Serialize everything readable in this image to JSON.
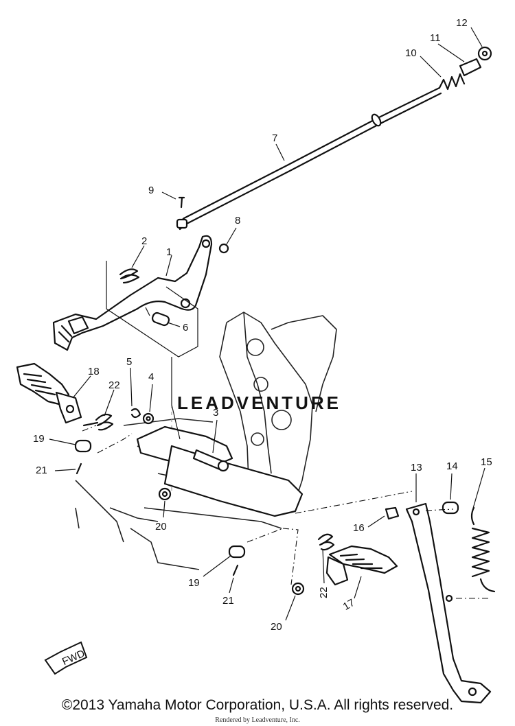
{
  "callouts": [
    "1",
    "2",
    "3",
    "4",
    "5",
    "6",
    "7",
    "8",
    "9",
    "10",
    "11",
    "12",
    "13",
    "14",
    "15",
    "16",
    "17",
    "18",
    "19",
    "20",
    "21",
    "22"
  ],
  "watermark": "LEADVENTURE",
  "fwd_label": "FWD",
  "copyright": "©2013 Yamaha Motor Corporation, U.S.A. All rights reserved.",
  "render_credit": "Rendered by Leadventure, Inc."
}
